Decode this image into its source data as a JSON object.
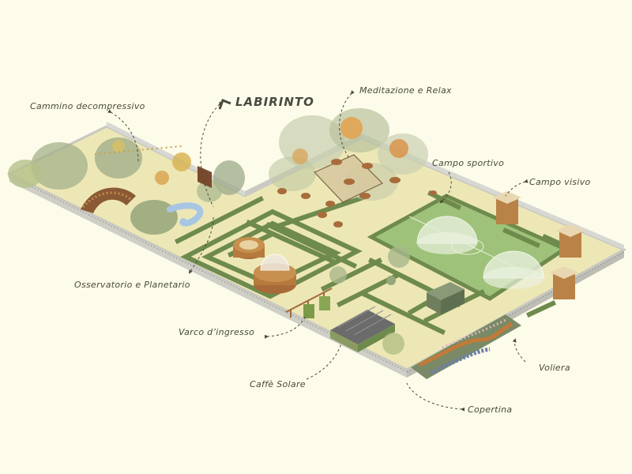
{
  "title": "LABIRINTO",
  "labels": {
    "cammino": "Cammino decompressivo",
    "meditazione": "Meditazione e Relax",
    "campo_sportivo": "Campo sportivo",
    "campo_visivo": "Campo visivo",
    "osservatorio": "Osservatorio e Planetario",
    "varco": "Varco d’ingresso",
    "caffe": "Caffè Solare",
    "voliera": "Voliera",
    "copertina": "Copertina"
  },
  "colors": {
    "background": "#fdfbea",
    "ground": "#ede7b6",
    "hedge": "#6e8a4c",
    "field": "#9fc27a",
    "wall": "#d8d8d2",
    "wood": "#b57a3c",
    "annotation": "#4a4a3c"
  }
}
